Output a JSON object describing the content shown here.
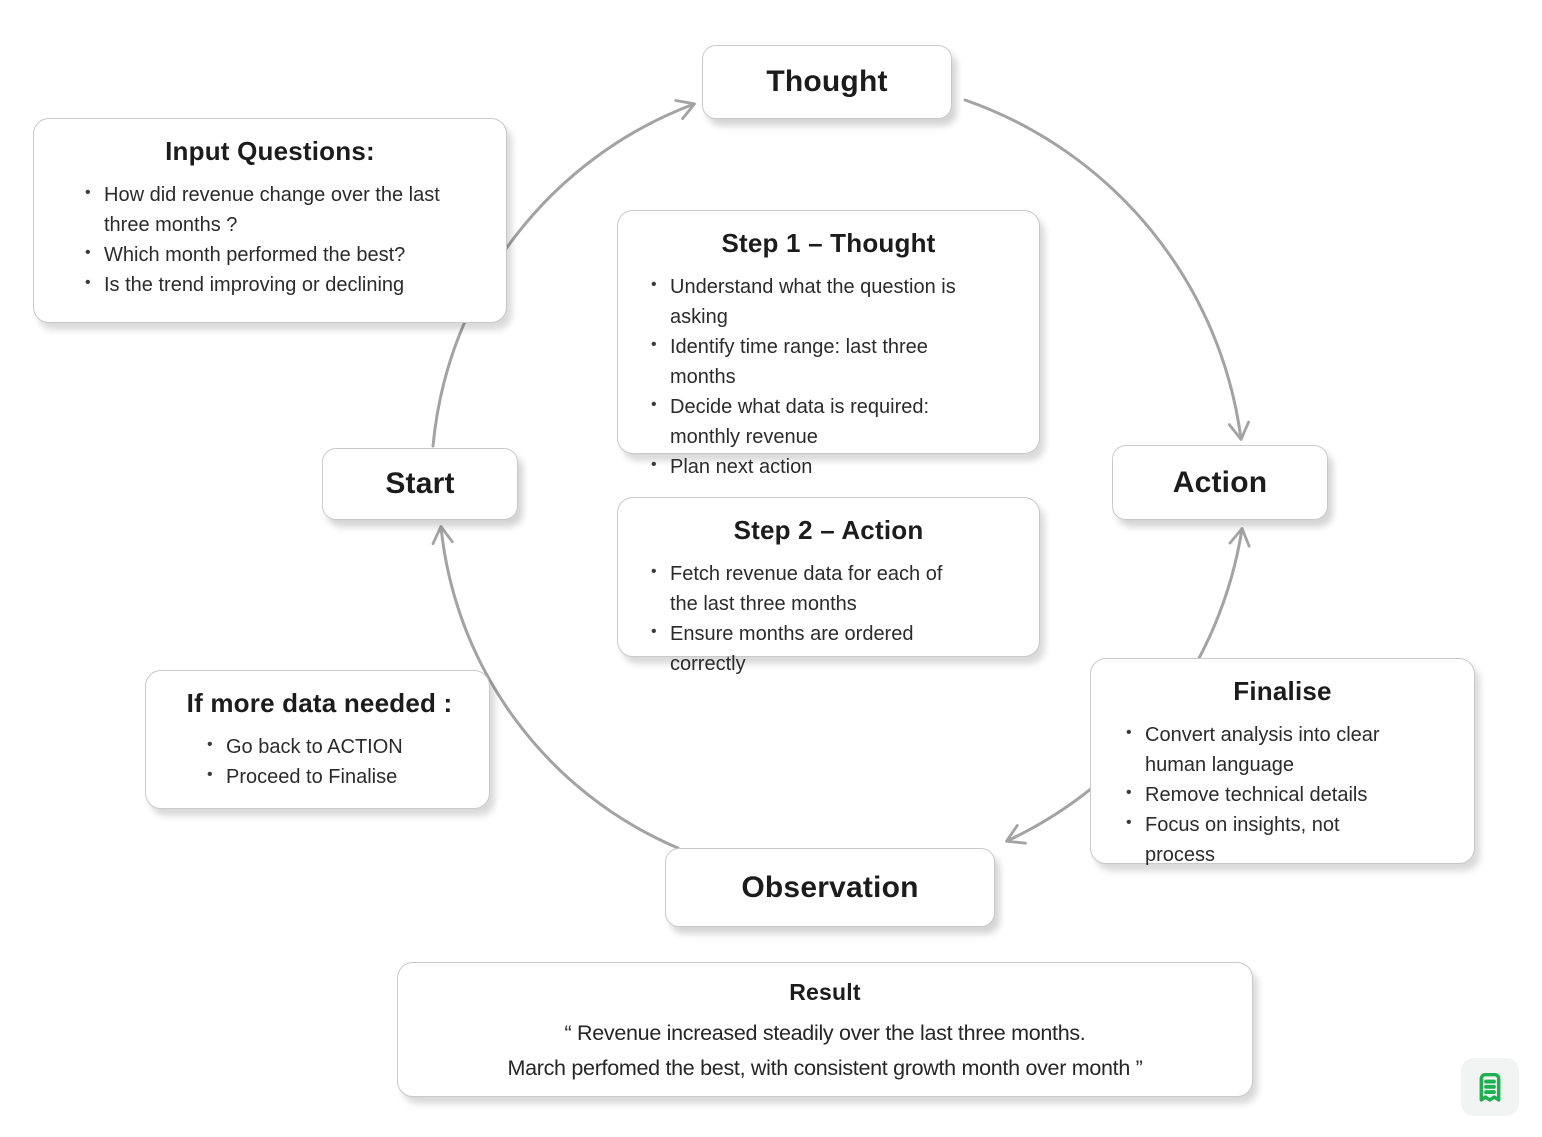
{
  "diagram": {
    "nodes": {
      "thought": "Thought",
      "start": "Start",
      "action": "Action",
      "observation": "Observation"
    },
    "input_questions": {
      "title": "Input Questions:",
      "items": [
        "How did revenue change over the last three months ?",
        "Which month performed the best?",
        "Is the trend improving or declining"
      ]
    },
    "step1": {
      "title": "Step 1 – Thought",
      "items": [
        "Understand what the question is asking",
        "Identify time range: last three months",
        "Decide what data is required: monthly revenue",
        "Plan next action"
      ]
    },
    "step2": {
      "title": "Step 2 – Action",
      "items": [
        "Fetch revenue data for each of the last three months",
        "Ensure months are ordered correctly"
      ]
    },
    "more_data": {
      "title": "If more data needed :",
      "items": [
        "Go back to ACTION",
        "Proceed to Finalise"
      ]
    },
    "finalise": {
      "title": "Finalise",
      "items": [
        "Convert analysis into clear human language",
        "Remove technical details",
        "Focus on insights, not process"
      ]
    },
    "result": {
      "title": "Result",
      "line1": "“ Revenue increased steadily over the last three months.",
      "line2": "March perfomed the best, with consistent growth month over month ”"
    }
  },
  "icons": {
    "receipt": "receipt-icon"
  },
  "colors": {
    "arrow": "#a3a3a3",
    "box_border": "#c9c9c9",
    "text": "#2b2b2b",
    "green": "#1db04e",
    "icon_tile_bg": "#f2f3f3"
  }
}
